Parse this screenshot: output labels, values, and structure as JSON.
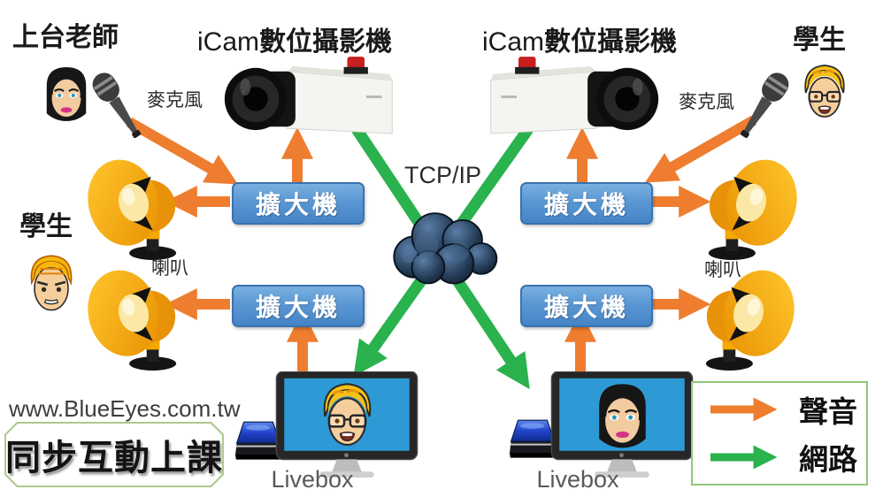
{
  "diagram": {
    "teacher_title": "上台老師",
    "student_title": "學生",
    "camera_title_prefix": "iCam",
    "camera_title_suffix": "數位攝影機",
    "mic_label": "麥克風",
    "speaker_label": "喇叭",
    "amp_label": "擴大機",
    "network_label": "TCP/IP",
    "livebox_label": "Livebox"
  },
  "footer": {
    "website": "www.BlueEyes.com.tw",
    "slogan": "同步互動上課"
  },
  "legend": {
    "sound": "聲音",
    "network": "網路"
  },
  "colors": {
    "audio_arrow": "#ee7d2f",
    "network_arrow": "#29b24d",
    "amplifier_blue": "#4e8ac9",
    "speaker_orange": "#f5a800",
    "legend_border_green": "#90c87c",
    "monitor_screen_blue": "#2d9ad6"
  }
}
